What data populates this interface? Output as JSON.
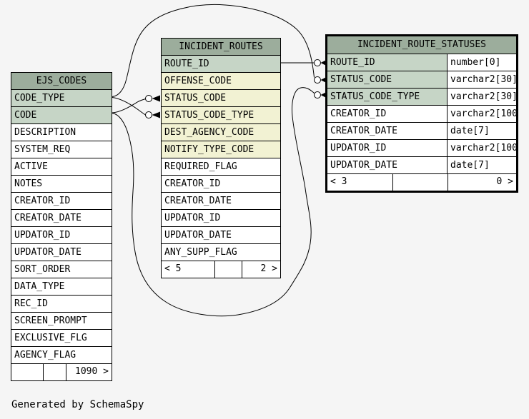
{
  "page": {
    "footer_note": "Generated by SchemaSpy"
  },
  "colors": {
    "canvas_bg": "#f5f5f5",
    "header_bg": "#9cad9c",
    "pk_bg": "#c6d5c6",
    "fk_bg": "#f2f2d3",
    "row_bg": "#ffffff",
    "border": "#000000"
  },
  "legend": {
    "pk_style_meaning": "primary-key column (green)",
    "fk_style_meaning": "indexed/foreign-key column (yellow)"
  },
  "tables": [
    {
      "name": "EJS_CODES",
      "emphasized": false,
      "columns": [
        {
          "name": "CODE_TYPE",
          "style": "pk"
        },
        {
          "name": "CODE",
          "style": "pk"
        },
        {
          "name": "DESCRIPTION",
          "style": "plain"
        },
        {
          "name": "SYSTEM_REQ",
          "style": "plain"
        },
        {
          "name": "ACTIVE",
          "style": "plain"
        },
        {
          "name": "NOTES",
          "style": "plain"
        },
        {
          "name": "CREATOR_ID",
          "style": "plain"
        },
        {
          "name": "CREATOR_DATE",
          "style": "plain"
        },
        {
          "name": "UPDATOR_ID",
          "style": "plain"
        },
        {
          "name": "UPDATOR_DATE",
          "style": "plain"
        },
        {
          "name": "SORT_ORDER",
          "style": "plain"
        },
        {
          "name": "DATA_TYPE",
          "style": "plain"
        },
        {
          "name": "REC_ID",
          "style": "plain"
        },
        {
          "name": "SCREEN_PROMPT",
          "style": "plain"
        },
        {
          "name": "EXCLUSIVE_FLG",
          "style": "plain"
        },
        {
          "name": "AGENCY_FLAG",
          "style": "plain"
        }
      ],
      "footer": {
        "left": "",
        "middle": "",
        "right": "1090 >"
      }
    },
    {
      "name": "INCIDENT_ROUTES",
      "emphasized": false,
      "columns": [
        {
          "name": "ROUTE_ID",
          "style": "pk"
        },
        {
          "name": "OFFENSE_CODE",
          "style": "fk"
        },
        {
          "name": "STATUS_CODE",
          "style": "fk"
        },
        {
          "name": "STATUS_CODE_TYPE",
          "style": "fk"
        },
        {
          "name": "DEST_AGENCY_CODE",
          "style": "fk"
        },
        {
          "name": "NOTIFY_TYPE_CODE",
          "style": "fk"
        },
        {
          "name": "REQUIRED_FLAG",
          "style": "plain"
        },
        {
          "name": "CREATOR_ID",
          "style": "plain"
        },
        {
          "name": "CREATOR_DATE",
          "style": "plain"
        },
        {
          "name": "UPDATOR_ID",
          "style": "plain"
        },
        {
          "name": "UPDATOR_DATE",
          "style": "plain"
        },
        {
          "name": "ANY_SUPP_FLAG",
          "style": "plain"
        }
      ],
      "footer": {
        "left": "< 5",
        "middle": "",
        "right": "2 >"
      }
    },
    {
      "name": "INCIDENT_ROUTE_STATUSES",
      "emphasized": true,
      "columns": [
        {
          "name": "ROUTE_ID",
          "style": "pk",
          "type": "number[0]"
        },
        {
          "name": "STATUS_CODE",
          "style": "pk",
          "type": "varchar2[30]"
        },
        {
          "name": "STATUS_CODE_TYPE",
          "style": "pk",
          "type": "varchar2[30]"
        },
        {
          "name": "CREATOR_ID",
          "style": "plain",
          "type": "varchar2[100]"
        },
        {
          "name": "CREATOR_DATE",
          "style": "plain",
          "type": "date[7]"
        },
        {
          "name": "UPDATOR_ID",
          "style": "plain",
          "type": "varchar2[100]"
        },
        {
          "name": "UPDATOR_DATE",
          "style": "plain",
          "type": "date[7]"
        }
      ],
      "footer": {
        "left": "< 3",
        "middle": "",
        "right": "0 >"
      }
    }
  ],
  "relationships": [
    {
      "from": "EJS_CODES.CODE_TYPE",
      "to": "INCIDENT_ROUTES.STATUS_CODE_TYPE"
    },
    {
      "from": "EJS_CODES.CODE",
      "to": "INCIDENT_ROUTES.STATUS_CODE"
    },
    {
      "from": "EJS_CODES.CODE_TYPE",
      "to": "INCIDENT_ROUTE_STATUSES.STATUS_CODE"
    },
    {
      "from": "EJS_CODES.CODE",
      "to": "INCIDENT_ROUTE_STATUSES.STATUS_CODE_TYPE"
    },
    {
      "from": "INCIDENT_ROUTES.ROUTE_ID",
      "to": "INCIDENT_ROUTE_STATUSES.ROUTE_ID"
    }
  ]
}
